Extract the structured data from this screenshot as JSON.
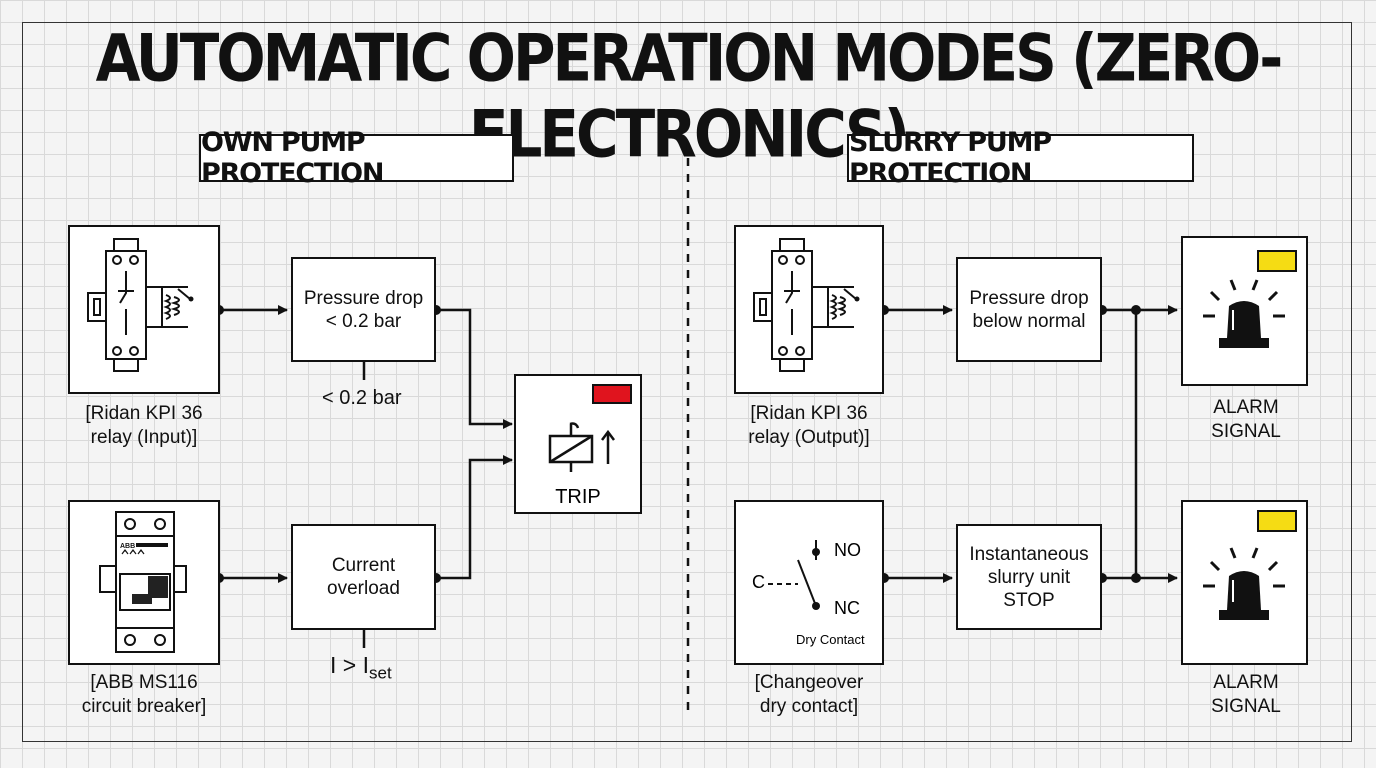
{
  "title": "AUTOMATIC OPERATION MODES (ZERO-ELECTRONICS)",
  "left": {
    "header": "OWN PUMP PROTECTION",
    "relay_caption": "[Ridan KPI 36\nrelay (Input)]",
    "breaker_caption": "[ABB MS116\ncircuit breaker]",
    "pressure_box": "Pressure drop\n< 0.2 bar",
    "pressure_note": "< 0.2 bar",
    "current_box": "Current\noverload",
    "current_note": {
      "lhs": "I > I",
      "sub": "set"
    },
    "trip_label": "TRIP"
  },
  "right": {
    "header": "SLURRY PUMP PROTECTION",
    "relay_caption": "[Ridan KPI 36\nrelay (Output)]",
    "contact_caption": "[Changeover\ndry contact]",
    "contact_labels": {
      "no": "NO",
      "nc": "NC",
      "c": "C",
      "dry": "Dry Contact"
    },
    "pressure_box": "Pressure drop\nbelow normal",
    "stop_box": "Instantaneous\nslurry unit\nSTOP",
    "alarm_top": "ALARM\nSIGNAL",
    "alarm_bottom": "ALARM\nSIGNAL"
  },
  "colors": {
    "trip_indicator": "#e0141e",
    "alarm_indicator": "#f5dc14",
    "ink": "#111111"
  },
  "breaker_mark": "ABB"
}
